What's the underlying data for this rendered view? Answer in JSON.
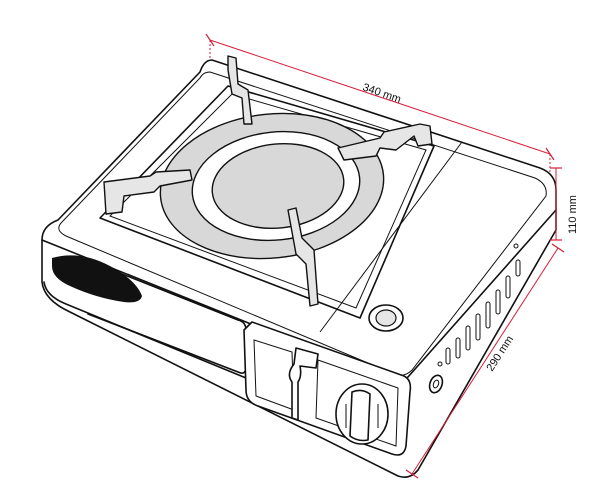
{
  "dimensions": {
    "length": "340 mm",
    "height": "110 mm",
    "width": "290 mm"
  },
  "colors": {
    "dimension_line": "#d71f3a",
    "burner_fill": "#d8d8d8",
    "outline": "#111111",
    "redaction": "#111111"
  }
}
